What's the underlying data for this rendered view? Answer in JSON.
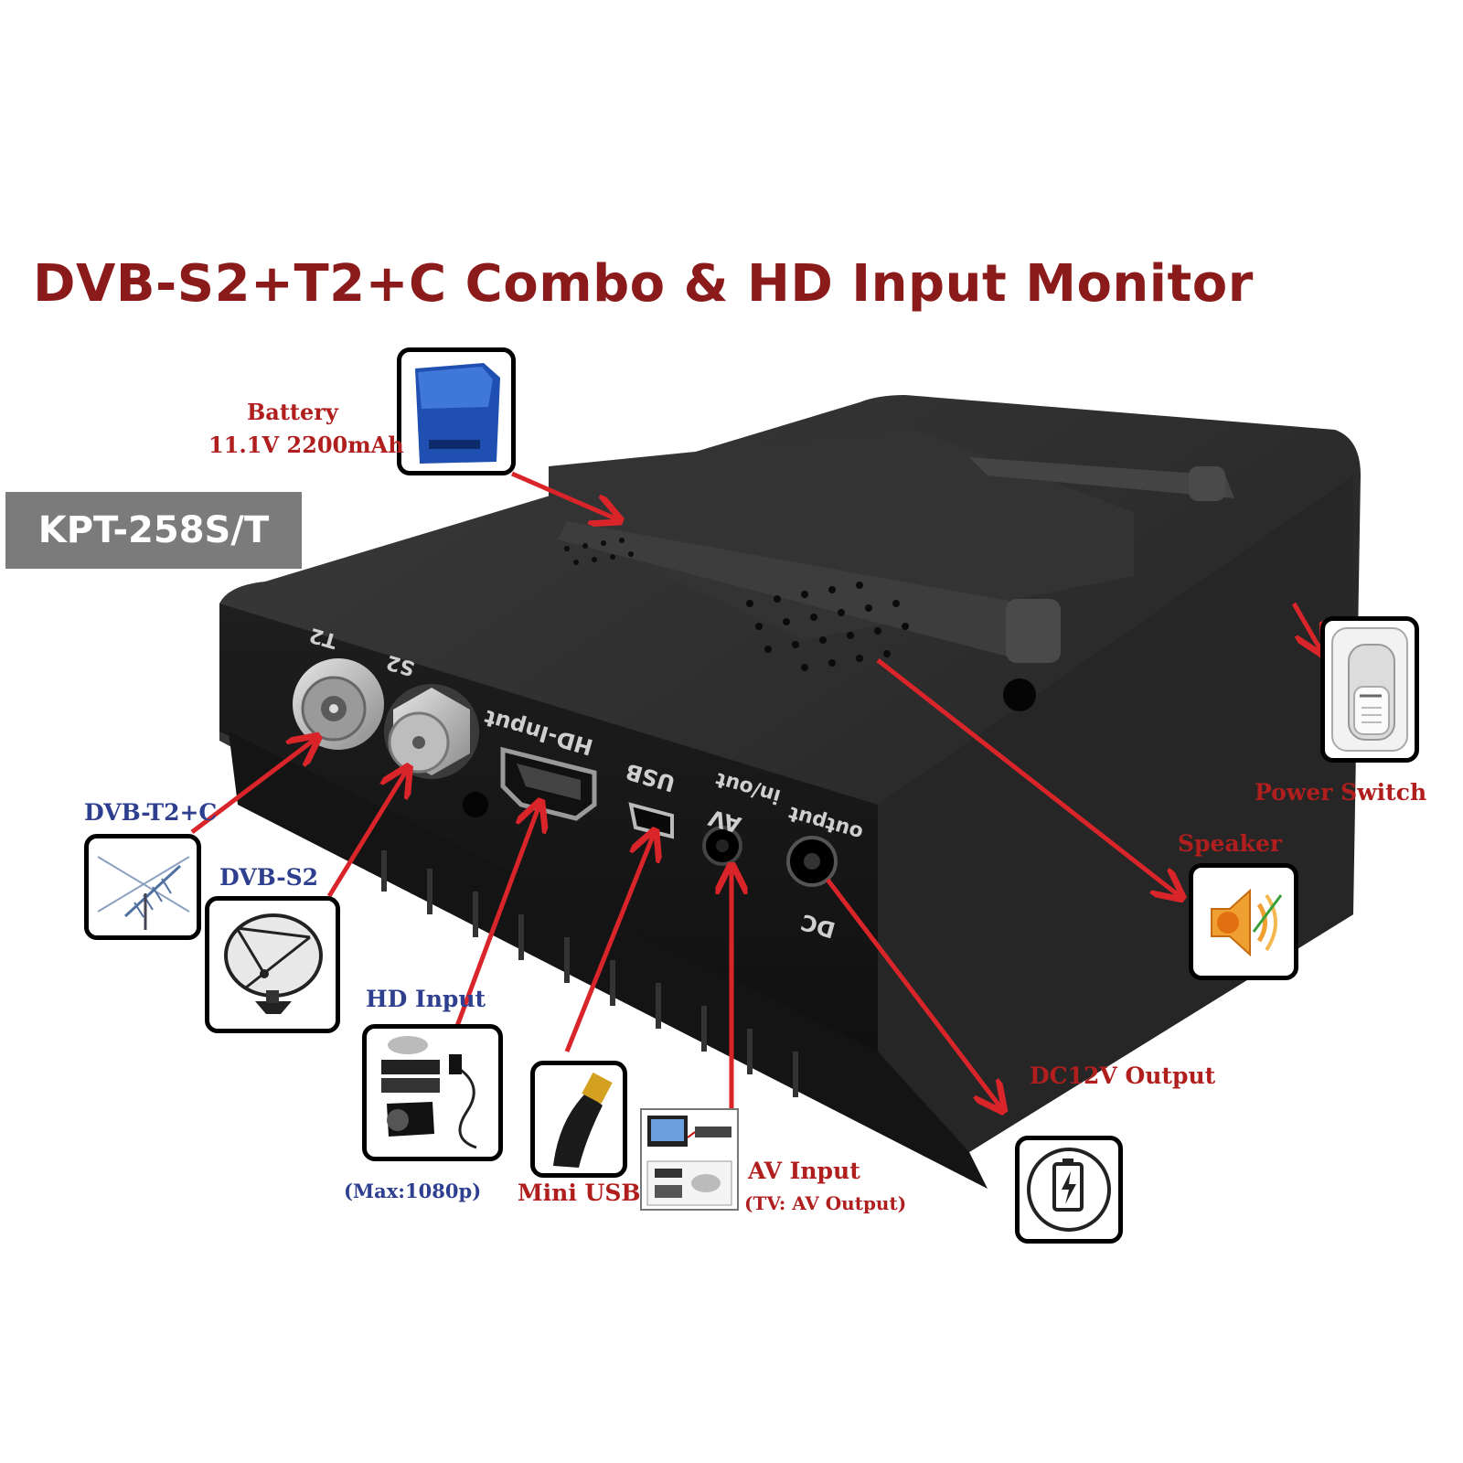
{
  "title": "DVB-S2+T2+C Combo & HD Input Monitor",
  "model": "KPT-258S/T",
  "callouts": {
    "battery": {
      "label": "Battery",
      "sub": "11.1V 2200mAh"
    },
    "power_switch": {
      "label": "Power Switch"
    },
    "speaker": {
      "label": "Speaker"
    },
    "dvb_t2c": {
      "label": "DVB-T2+C"
    },
    "dvb_s2": {
      "label": "DVB-S2"
    },
    "hd_input": {
      "label": "HD Input",
      "sub": "(Max:1080p)"
    },
    "mini_usb": {
      "label": "Mini USB"
    },
    "av_input": {
      "label": "AV Input",
      "sub": "(TV: AV Output)"
    },
    "dc_output": {
      "label": "DC12V Output"
    }
  },
  "device_markings": {
    "t2": "T2",
    "s2": "S2",
    "hd_input": "HD-Input",
    "usb": "USB",
    "av": "AV",
    "av_io": "in/out",
    "dc": "DC",
    "dc_io": "output"
  },
  "colors": {
    "title": "#8b1a1a",
    "label_red": "#b01e1e",
    "label_blue": "#2e3f8f",
    "arrow": "#d9252a",
    "device": "#2b2b2b"
  }
}
